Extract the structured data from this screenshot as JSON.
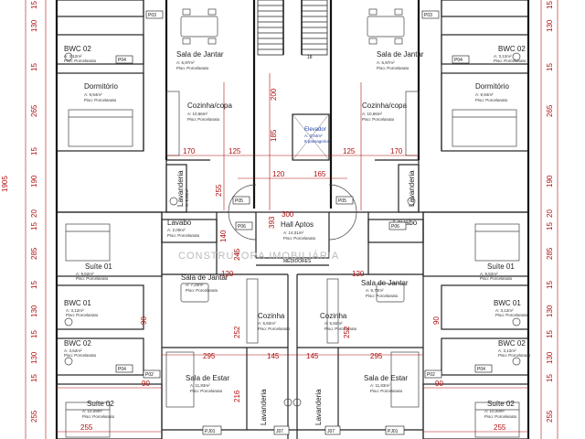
{
  "rooms": {
    "sala_jantar_top_left": {
      "name": "Sala de Jantar",
      "area": "A: 6,97m²",
      "floor": "Piso: Porcelanato"
    },
    "sala_jantar_top_right": {
      "name": "Sala de Jantar",
      "area": "A: 6,97m²",
      "floor": "Piso: Porcelanato"
    },
    "dormitorio_left": {
      "name": "Dormitório",
      "area": "A: 9,94m²",
      "floor": "Piso: Porcelanato"
    },
    "dormitorio_right": {
      "name": "Dormitório",
      "area": "A: 9,94m²",
      "floor": "Piso: Porcelanato"
    },
    "cozinha_top_left": {
      "name": "Cozinha/copa",
      "area": "A: 10,66m²",
      "floor": "Piso: Porcelanato"
    },
    "cozinha_top_right": {
      "name": "Cozinha/copa",
      "area": "A: 10,66m²",
      "floor": "Piso: Porcelanato"
    },
    "bwc02_left": {
      "name": "BWC 02",
      "area": "A: 3,12m²",
      "floor": "Piso: Porcelanato"
    },
    "bwc02_right": {
      "name": "BWC 02",
      "area": "A: 3,12m²",
      "floor": "Piso: Porcelanato"
    },
    "elevador": {
      "name": "Elevador",
      "area": "A: 3,04m²",
      "floor": "8 passageiros"
    },
    "lavanderia_top_left": {
      "name": "Lavanderia",
      "area": "A: 2,22m²",
      "floor": "Piso: Porcelanato"
    },
    "lavanderia_top_right": {
      "name": "Lavanderia"
    },
    "lavabo_left": {
      "name": "Lavabo",
      "area": "A: 2,00m²",
      "floor": "Piso: Porcelanato"
    },
    "lavabo_right": {
      "name": "Lavabo"
    },
    "hall": {
      "name": "Hall Aptos",
      "area": "A: 14,01m²",
      "floor": "Piso: Porcelanato"
    },
    "medidores": {
      "name": "MEDIDORES"
    },
    "suite01_left": {
      "name": "Suíte 01",
      "area": "A: 9,52m²",
      "floor": "Piso: Porcelanato"
    },
    "suite01_right": {
      "name": "Suíte 01",
      "area": "A: 9,52m²",
      "floor": "Piso: Porcelanato"
    },
    "sala_jantar_mid_left": {
      "name": "Sala de Jantar",
      "area": "A: 7,20m²",
      "floor": "Piso: Porcelanato"
    },
    "sala_jantar_mid_right": {
      "name": "Sala de Jantar",
      "area": "A: 6,70m²",
      "floor": "Piso: Porcelanato"
    },
    "bwc01_left": {
      "name": "BWC 01",
      "area": "A: 3,12m²",
      "floor": "Piso: Porcelanato"
    },
    "bwc01_right": {
      "name": "BWC 01",
      "area": "A: 3,12m²",
      "floor": "Piso: Porcelanato"
    },
    "cozinha_mid_left": {
      "name": "Cozinha",
      "area": "A: 5,92m²",
      "floor": "Piso: Porcelanato"
    },
    "cozinha_mid_right": {
      "name": "Cozinha",
      "area": "A: 5,92m²",
      "floor": "Piso: Porcelanato"
    },
    "bwc02_low_left": {
      "name": "BWC 02",
      "area": "A: 3,62m²",
      "floor": "Piso: Porcelanato"
    },
    "bwc02_low_right": {
      "name": "BWC 02",
      "area": "A: 3,12m²",
      "floor": "Piso: Porcelanato"
    },
    "sala_estar_left": {
      "name": "Sala de Estar",
      "area": "A: 11,83m²",
      "floor": "Piso: Porcelanato"
    },
    "sala_estar_right": {
      "name": "Sala de Estar",
      "area": "A: 11,83m²",
      "floor": "Piso: Porcelanato"
    },
    "lavanderia_low_left": {
      "name": "Lavanderia"
    },
    "lavanderia_low_right": {
      "name": "Lavanderia"
    },
    "suite02_left": {
      "name": "Suíte 02",
      "area": "A: 10,09m²",
      "floor": "Piso: Porcelanato"
    },
    "suite02_right": {
      "name": "Suíte 02",
      "area": "A: 10,09m²",
      "floor": "Piso: Porcelanato"
    }
  },
  "stair_step": "18",
  "watermark": "CONSTRUTORA IMOBILIÁRIA",
  "dimensions": {
    "left_total": "1905",
    "left_chain": [
      "15",
      "130",
      "15",
      "265",
      "15",
      "190",
      "20",
      "15",
      "285",
      "15",
      "130",
      "15",
      "130",
      "15",
      "255"
    ],
    "right_chain": [
      "15",
      "130",
      "15",
      "265",
      "190",
      "20",
      "15",
      "285",
      "15",
      "130",
      "15",
      "130",
      "15",
      "255"
    ],
    "w_170_l": "170",
    "w_125_l": "125",
    "w_120": "120",
    "w_165": "165",
    "w_125_r": "125",
    "w_170_r": "170",
    "v_185": "185",
    "v_255": "255",
    "v_200": "200",
    "v_393": "393",
    "v_300": "300",
    "v_140": "140",
    "v_245": "245",
    "v_120_l": "120",
    "v_120_r": "120",
    "v_252_l": "252",
    "v_252_r": "252",
    "v_216": "216",
    "v_90_l": "90",
    "v_90_r": "90",
    "h_295_l": "295",
    "h_145_l": "145",
    "h_145_r": "145",
    "h_295_r": "295",
    "h_90_bl": "90",
    "h_255_bl": "255",
    "h_255_br": "255",
    "h_90_br": "90"
  },
  "tags": {
    "p04_tl": "P04",
    "p04_tr": "P04",
    "p03_l": "P03",
    "p03_r": "P03",
    "p05_l": "P05",
    "p05_r": "P05",
    "p06_l": "P06",
    "p06_r": "P06",
    "p04_ml": "P04",
    "p04_mr": "P04",
    "p02_l": "P02",
    "p02_r": "P02",
    "pj01_l": "PJ01",
    "pj01_r": "PJ01",
    "j07_l": "J07",
    "j07_r": "J07"
  }
}
